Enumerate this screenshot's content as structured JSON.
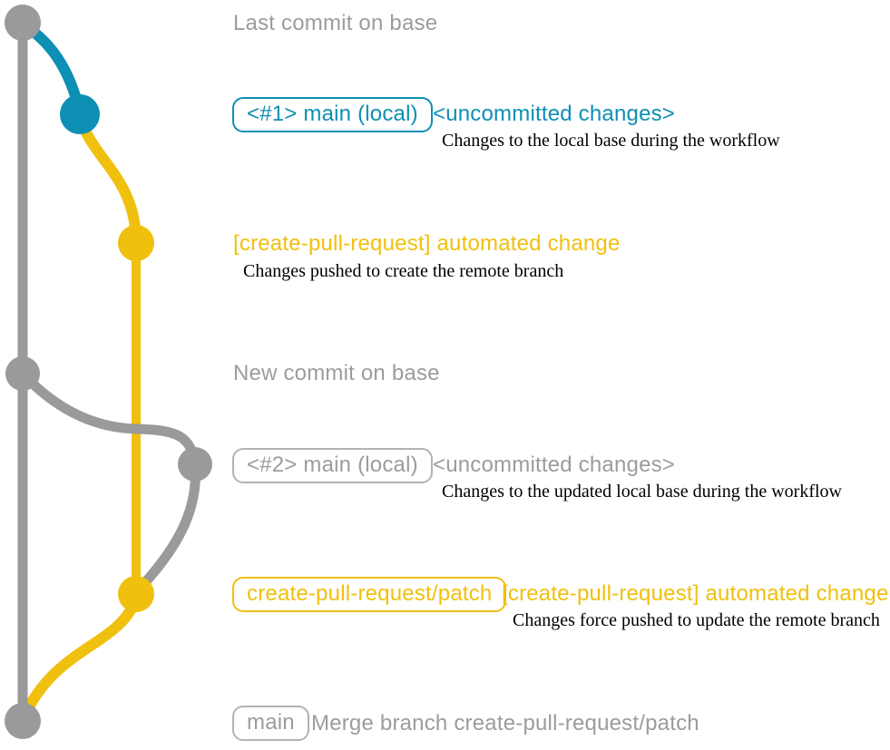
{
  "colors": {
    "gray": "#9a9a9a",
    "gray_text": "#9c9c9c",
    "badge_border": "#b3b3b3",
    "teal": "#0e8fb4",
    "yellow": "#f0c00e",
    "ink": "#000000"
  },
  "annotations": {
    "top_label": "Last commit on base",
    "mid_label": "New commit on base"
  },
  "rows": [
    {
      "badge": "<#1> main (local)",
      "message": "<uncommitted changes>",
      "note": "Changes to the local base during the workflow"
    },
    {
      "message": "[create-pull-request] automated change",
      "note": "Changes pushed to create the remote branch"
    },
    {
      "badge": "<#2> main (local)",
      "message": "<uncommitted changes>",
      "note": "Changes to the updated local base during the workflow"
    },
    {
      "badge": "create-pull-request/patch",
      "message": "[create-pull-request] automated change",
      "note": "Changes force pushed to update the remote branch"
    },
    {
      "badge": "main",
      "message": "Merge branch create-pull-request/patch"
    }
  ],
  "graph": {
    "nodes": [
      {
        "id": "base-tip",
        "color": "gray"
      },
      {
        "id": "local-main-1",
        "color": "teal"
      },
      {
        "id": "patch-commit-1",
        "color": "yellow"
      },
      {
        "id": "base-new-commit",
        "color": "gray"
      },
      {
        "id": "local-main-2",
        "color": "gray"
      },
      {
        "id": "patch-commit-2",
        "color": "yellow"
      },
      {
        "id": "merge-commit",
        "color": "gray"
      }
    ]
  }
}
